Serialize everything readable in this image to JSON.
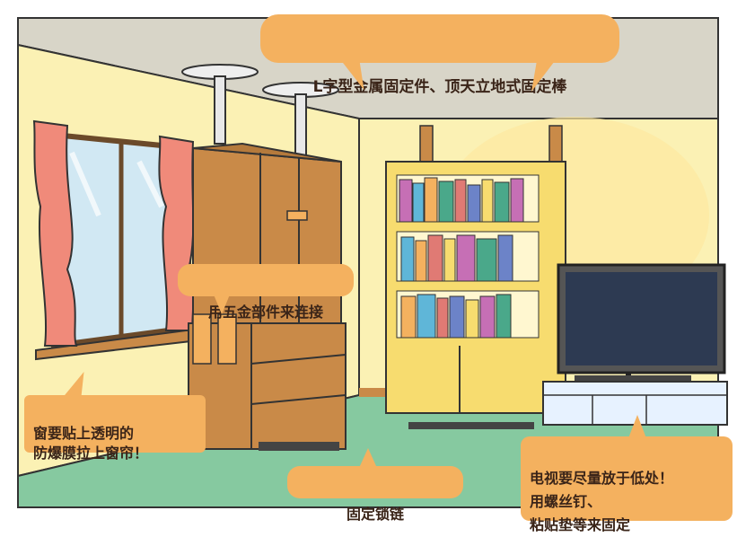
{
  "captions": {
    "top_fixtures": "L字型金属固定件、顶天立地式固定棒",
    "hardware_connect": "用五金部件来连接",
    "window_film": "窗要贴上透明的\n防爆膜拉上窗帘！",
    "chain": "固定锁链",
    "tv_low": "电视要尽量放于低处！\n用螺丝钉、\n粘贴垫等来固定"
  },
  "colors": {
    "callout": "#f4b15f",
    "wall": "#fbf1b4",
    "ceiling": "#d8d5c8",
    "floor": "#86c9a0",
    "wood": "#c98a48",
    "curtain": "#f08a7a",
    "bookcase": "#f7dc6f"
  }
}
